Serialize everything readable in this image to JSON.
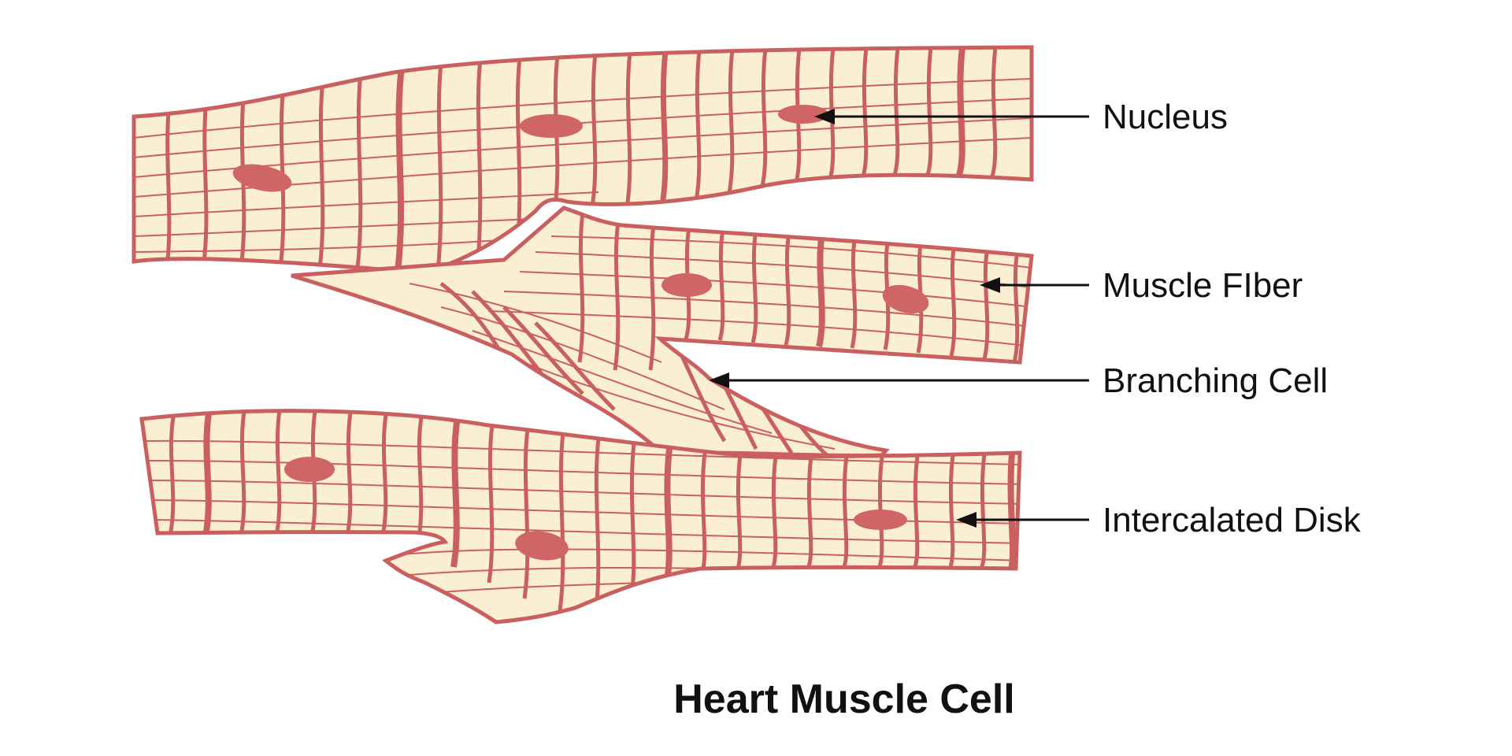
{
  "diagram": {
    "title": "Heart Muscle Cell",
    "labels": {
      "nucleus": "Nucleus",
      "muscle_fiber": "Muscle FIber",
      "branching_cell": "Branching Cell",
      "intercalated_disk": "Intercalated Disk"
    },
    "colors": {
      "cell_fill": "#FBEFD3",
      "cell_stroke": "#C9605F",
      "nucleus": "#CF6565",
      "line": "#111111",
      "text": "#111111"
    }
  }
}
